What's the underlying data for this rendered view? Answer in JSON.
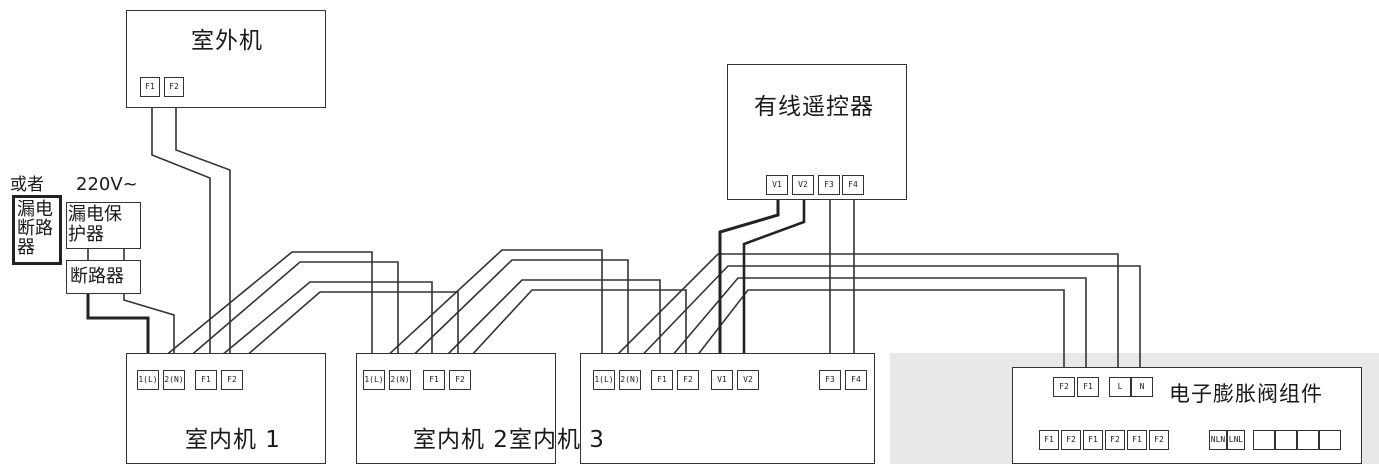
{
  "outdoor_unit": {
    "title": "室外机",
    "terminals": [
      "F1",
      "F2"
    ]
  },
  "wired_controller": {
    "title": "有线遥控器",
    "terminals": [
      "V1",
      "V2",
      "F3",
      "F4"
    ]
  },
  "power": {
    "alt_label": "或者",
    "voltage_label": "220V~",
    "leakage_breaker_label": "漏电断路器",
    "leakage_protector_label": "漏电保护器",
    "breaker_label": "断路器"
  },
  "indoor_units": [
    {
      "title": "室内机 1",
      "terminals": [
        "1(L)",
        "2(N)",
        "F1",
        "F2"
      ]
    },
    {
      "title": "室内机 2",
      "terminals": [
        "1(L)",
        "2(N)",
        "F1",
        "F2"
      ]
    },
    {
      "title": "室内机 3",
      "terminals": [
        "1(L)",
        "2(N)",
        "F1",
        "F2",
        "V1",
        "V2",
        "F3",
        "F4"
      ]
    }
  ],
  "eev_module": {
    "title": "电子膨胀阀组件",
    "top_terminals": [
      "F2",
      "F1",
      "L",
      "N"
    ],
    "bottom_terminals": [
      "F1",
      "F2",
      "F1",
      "F2",
      "F1",
      "F2",
      "NLN",
      "LNL"
    ]
  }
}
